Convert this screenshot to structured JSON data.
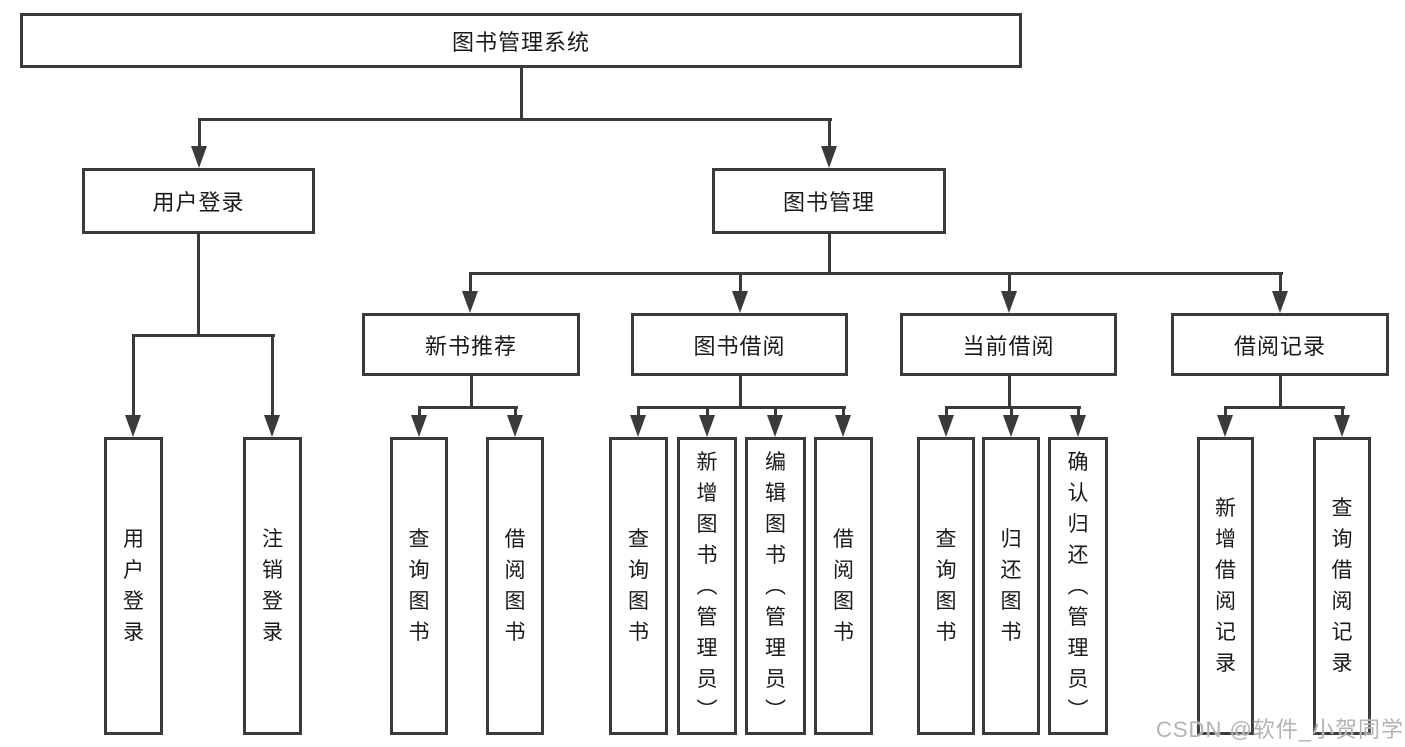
{
  "diagram": {
    "title": "图书管理系统"
  },
  "nodes": {
    "root": {
      "label": "图书管理系统"
    },
    "user_login": {
      "label": "用户登录"
    },
    "book_management": {
      "label": "图书管理"
    },
    "new_book_recommend": {
      "label": "新书推荐"
    },
    "book_borrowing": {
      "label": "图书借阅"
    },
    "current_borrowing": {
      "label": "当前借阅"
    },
    "borrowing_records": {
      "label": "借阅记录"
    },
    "leaf_user_login": {
      "label": "用户登录"
    },
    "leaf_logout": {
      "label": "注销登录"
    },
    "leaf_query_books_1": {
      "label": "查询图书"
    },
    "leaf_borrow_books_1": {
      "label": "借阅图书"
    },
    "leaf_query_books_2": {
      "label": "查询图书"
    },
    "leaf_add_book_admin": {
      "label": "新增图书（管理员）"
    },
    "leaf_edit_book_admin": {
      "label": "编辑图书（管理员）"
    },
    "leaf_borrow_books_2": {
      "label": "借阅图书"
    },
    "leaf_query_books_3": {
      "label": "查询图书"
    },
    "leaf_return_book": {
      "label": "归还图书"
    },
    "leaf_confirm_return_admin": {
      "label": "确认归还（管理员）"
    },
    "leaf_add_borrow_record": {
      "label": "新增借阅记录"
    },
    "leaf_query_borrow_record": {
      "label": "查询借阅记录"
    }
  },
  "structure": [
    {
      "parent": "图书管理系统",
      "children": [
        "用户登录",
        "图书管理"
      ]
    },
    {
      "parent": "用户登录",
      "children": [
        "用户登录",
        "注销登录"
      ]
    },
    {
      "parent": "图书管理",
      "children": [
        "新书推荐",
        "图书借阅",
        "当前借阅",
        "借阅记录"
      ]
    },
    {
      "parent": "新书推荐",
      "children": [
        "查询图书",
        "借阅图书"
      ]
    },
    {
      "parent": "图书借阅",
      "children": [
        "查询图书",
        "新增图书（管理员）",
        "编辑图书（管理员）",
        "借阅图书"
      ]
    },
    {
      "parent": "当前借阅",
      "children": [
        "查询图书",
        "归还图书",
        "确认归还（管理员）"
      ]
    },
    {
      "parent": "借阅记录",
      "children": [
        "新增借阅记录",
        "查询借阅记录"
      ]
    }
  ],
  "watermark": {
    "text": "CSDN @软件_小贺同学"
  },
  "colors": {
    "line": "#3a3a3a",
    "box_border": "#3a3a3a",
    "text": "#1a1a1a",
    "watermark": "#b3b3b3",
    "background": "#ffffff"
  }
}
